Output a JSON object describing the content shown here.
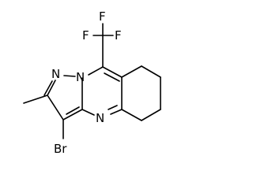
{
  "structure": {
    "atoms": {
      "n1": "N",
      "n2": "N",
      "n3": "N",
      "br": "Br",
      "f1": "F",
      "f2": "F",
      "f3": "F"
    }
  }
}
